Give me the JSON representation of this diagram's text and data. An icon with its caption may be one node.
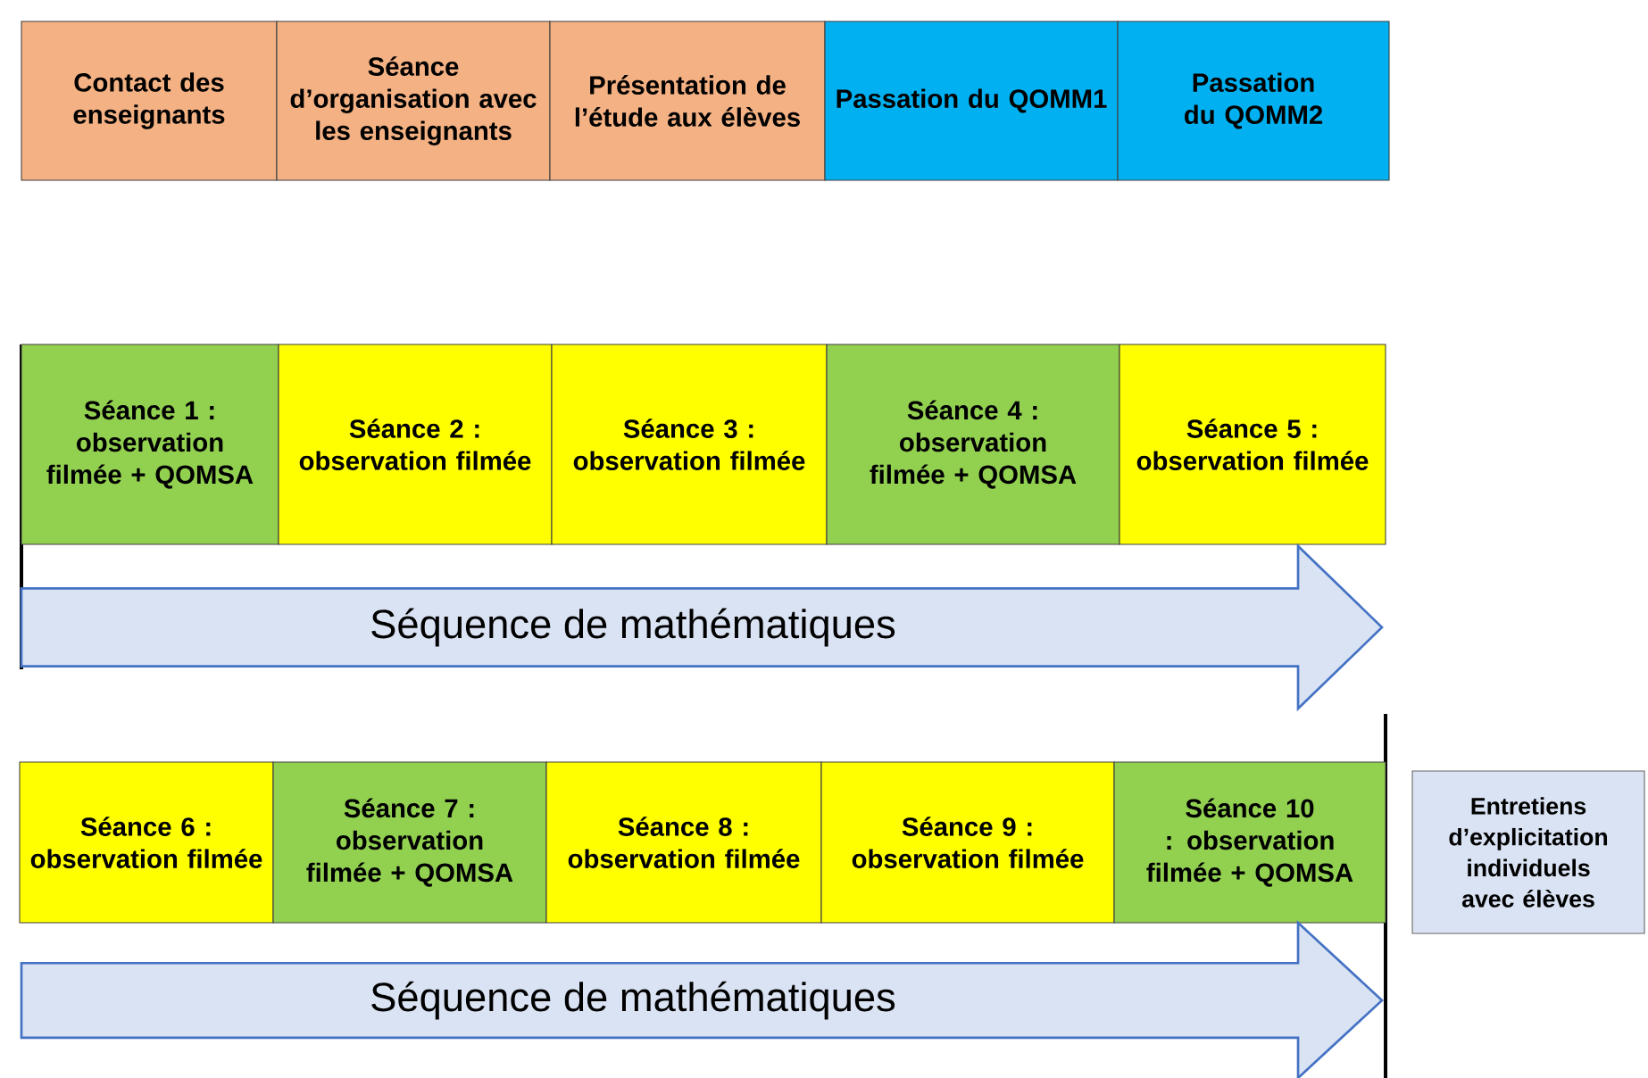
{
  "diagram": {
    "nodes": [
      {
        "text": [
          "Contact des enseignants"
        ]
      },
      {
        "text": [
          "Séance d’organisation avec les enseignants"
        ]
      },
      {
        "text": [
          "Présentation de l’étude aux élèves"
        ]
      },
      {
        "text": [
          "Passation du QOMM1"
        ]
      },
      {
        "text": [
          "Passation du QOMM2"
        ]
      },
      {
        "text": [
          "Séance 1 : observation filmée + QOMSA"
        ]
      },
      {
        "text": [
          "Séance 2 : observation filmée"
        ]
      },
      {
        "text": [
          "Séance 3 : observation filmée"
        ]
      },
      {
        "text": [
          "Séance 4 : observation filmée + QOMSA"
        ]
      },
      {
        "text": [
          "Séance 5 : observation filmée"
        ]
      },
      {
        "text": [
          "Séquence de mathématiques"
        ]
      },
      {
        "text": [
          "Séance 6 : observation filmée"
        ]
      },
      {
        "text": [
          "Séance 7 : observation filmée + QOMSA"
        ]
      },
      {
        "text": [
          "Séance 8 : observation filmée"
        ]
      },
      {
        "text": [
          "Séance 9 : observation filmée"
        ]
      },
      {
        "text": [
          "Séance 10 : observation filmée + QOMSA"
        ]
      },
      {
        "text": [
          "Entretiens d’explicitation individuels avec élèves"
        ]
      },
      {
        "text": [
          "Séquence de mathématiques"
        ]
      }
    ]
  }
}
